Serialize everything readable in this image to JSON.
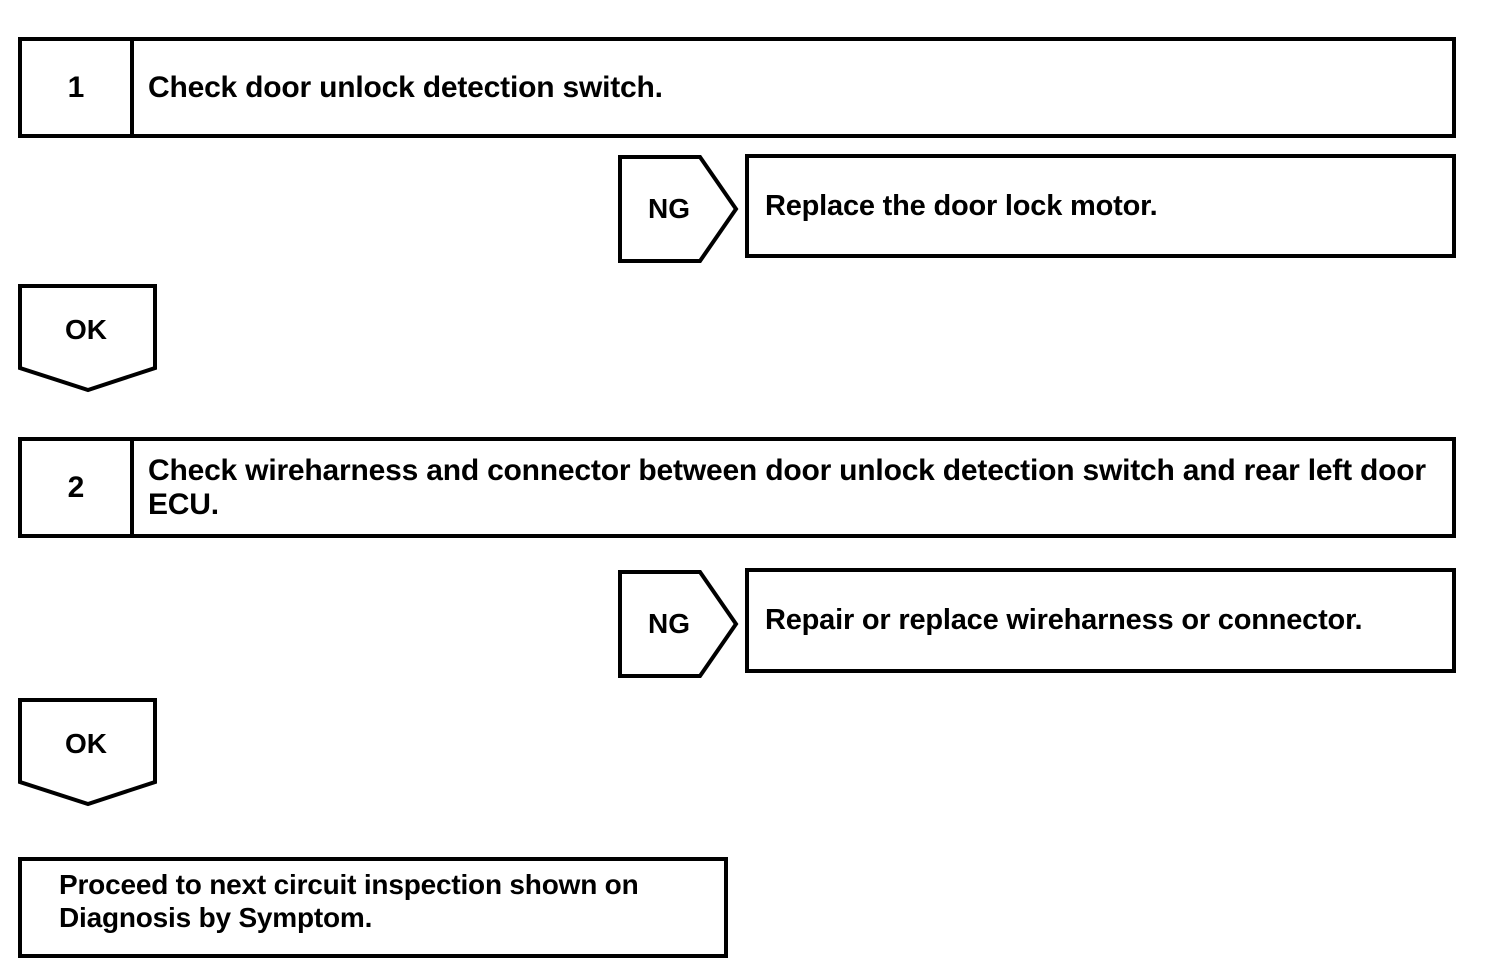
{
  "document": {
    "kind": "troubleshooting-flowchart",
    "background_color": "#ffffff",
    "line_color": "#000000"
  },
  "steps": [
    {
      "number": "1",
      "text": "Check door unlock detection switch."
    },
    {
      "number": "2",
      "text": "Check wireharness and connector between door unlock detection switch and rear left door ECU."
    }
  ],
  "connectors": [
    {
      "label": "NG",
      "direction": "right",
      "from_step": "1"
    },
    {
      "label": "OK",
      "direction": "down",
      "from_step": "1"
    },
    {
      "label": "NG",
      "direction": "right",
      "from_step": "2"
    },
    {
      "label": "OK",
      "direction": "down",
      "from_step": "2"
    }
  ],
  "results": [
    {
      "for_step": "1",
      "branch": "NG",
      "text": "Replace the door lock motor."
    },
    {
      "for_step": "2",
      "branch": "NG",
      "text": "Repair or replace wireharness or connector."
    }
  ],
  "terminal": {
    "text": "Proceed to next circuit inspection shown on\nDiagnosis by Symptom."
  }
}
